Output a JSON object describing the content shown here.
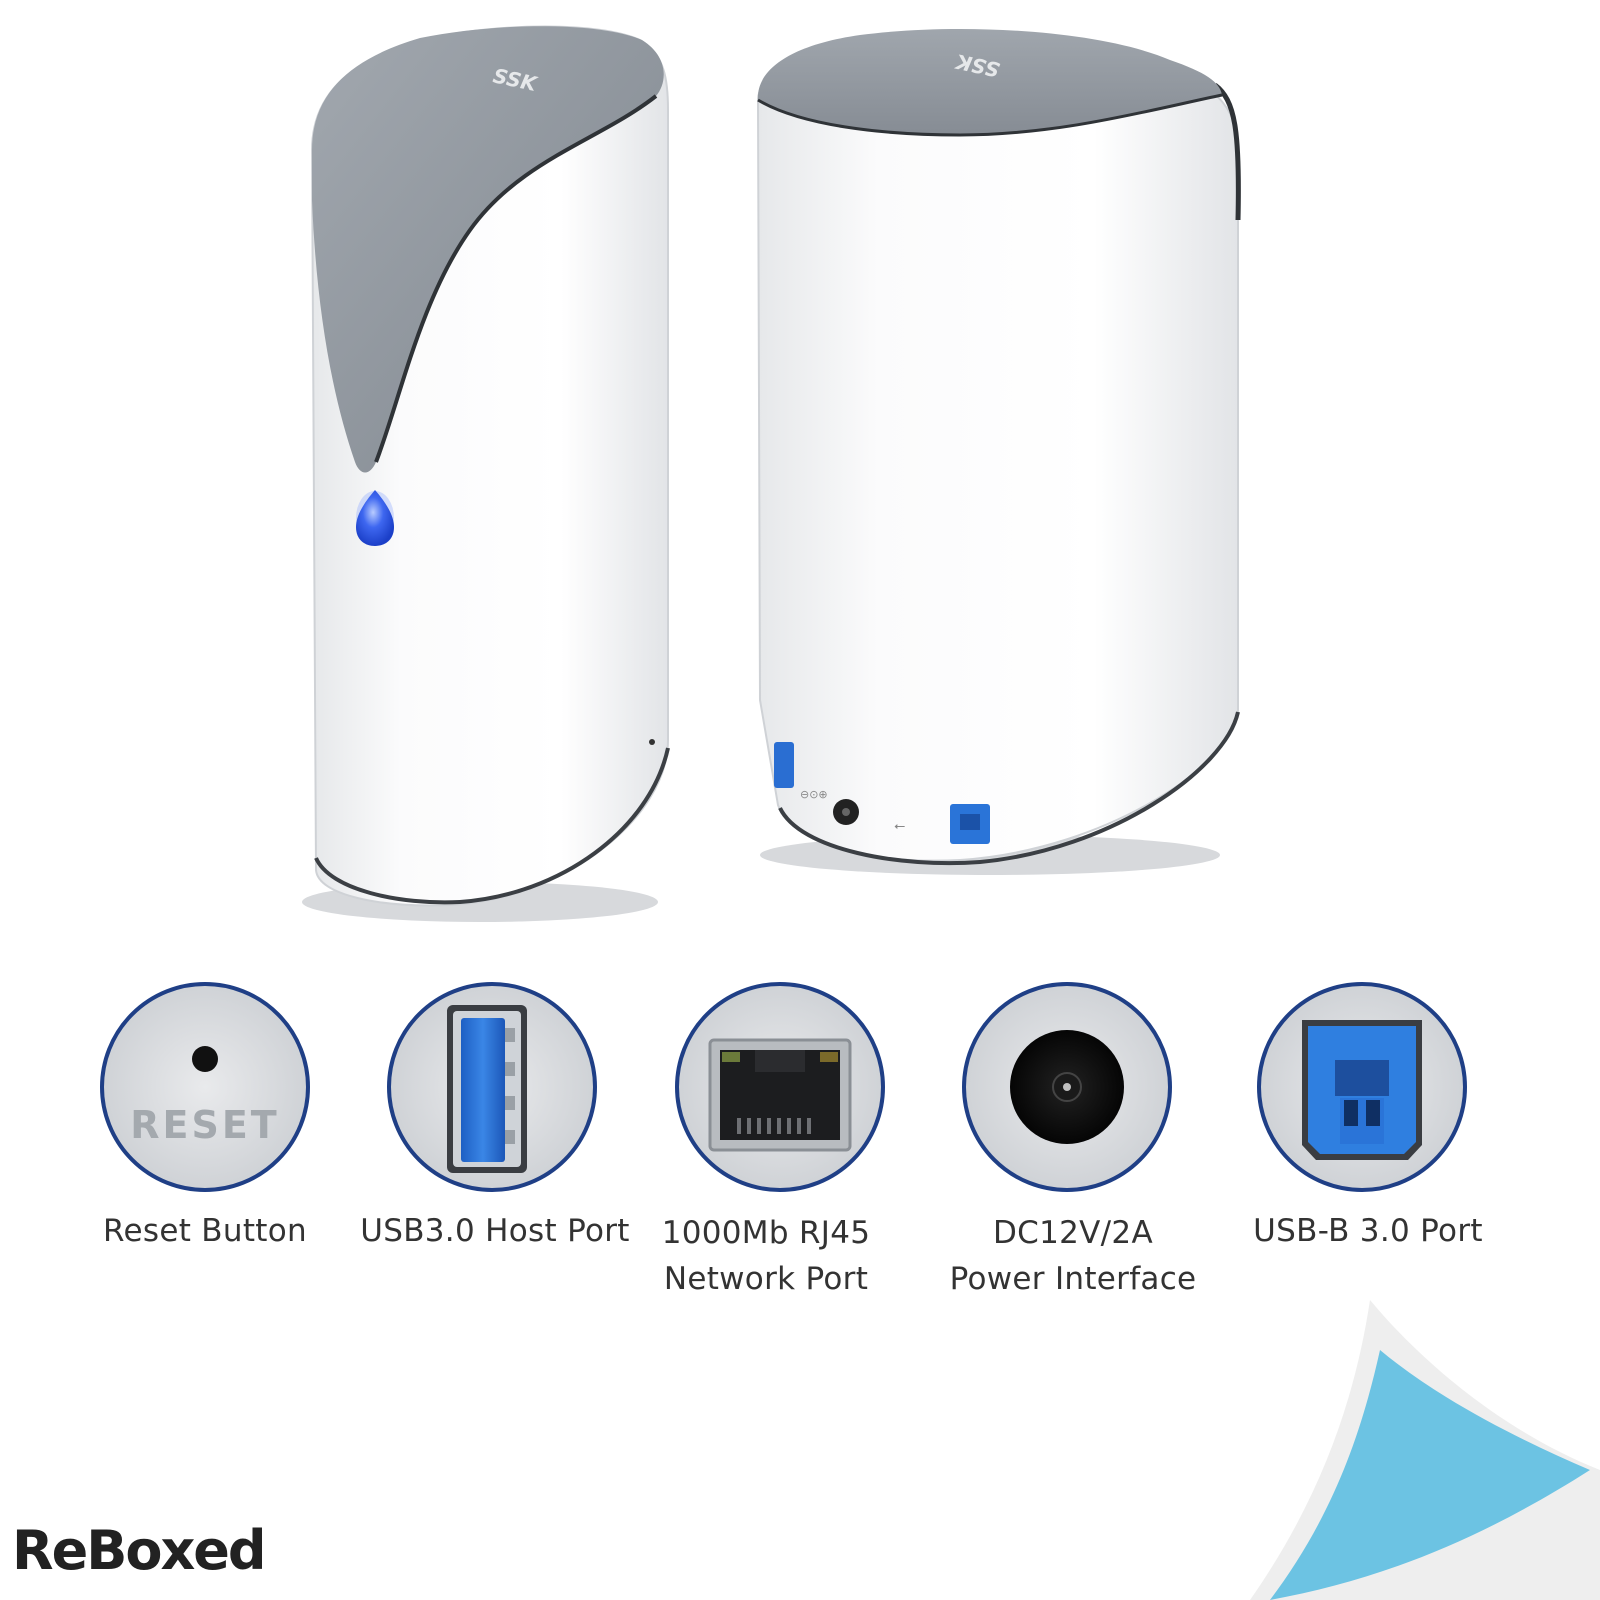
{
  "devices": {
    "front_logo": "SSK",
    "back_logo": "SSK"
  },
  "ports": [
    {
      "id": "reset",
      "icon": "reset-button-icon",
      "inset_text": "RESET",
      "label_lines": [
        "Reset Button"
      ]
    },
    {
      "id": "usb-a",
      "icon": "usb-a-port-icon",
      "label_lines": [
        "USB3.0 Host Port"
      ]
    },
    {
      "id": "rj45",
      "icon": "rj45-port-icon",
      "label_lines": [
        "1000Mb RJ45",
        "Network Port"
      ]
    },
    {
      "id": "dc",
      "icon": "dc-jack-icon",
      "label_lines": [
        "DC12V/2A",
        "Power Interface"
      ]
    },
    {
      "id": "usb-b",
      "icon": "usb-b-port-icon",
      "label_lines": [
        "USB-B 3.0 Port"
      ]
    }
  ],
  "brand": {
    "name": "ReBoxed"
  },
  "colors": {
    "shell": "#f4f5f6",
    "cap": "#8d949c",
    "led": "#2a54e8",
    "ring": "#1f3f86",
    "usb_blue": "#2a74d8",
    "corner_blue": "#6cc3e3"
  }
}
